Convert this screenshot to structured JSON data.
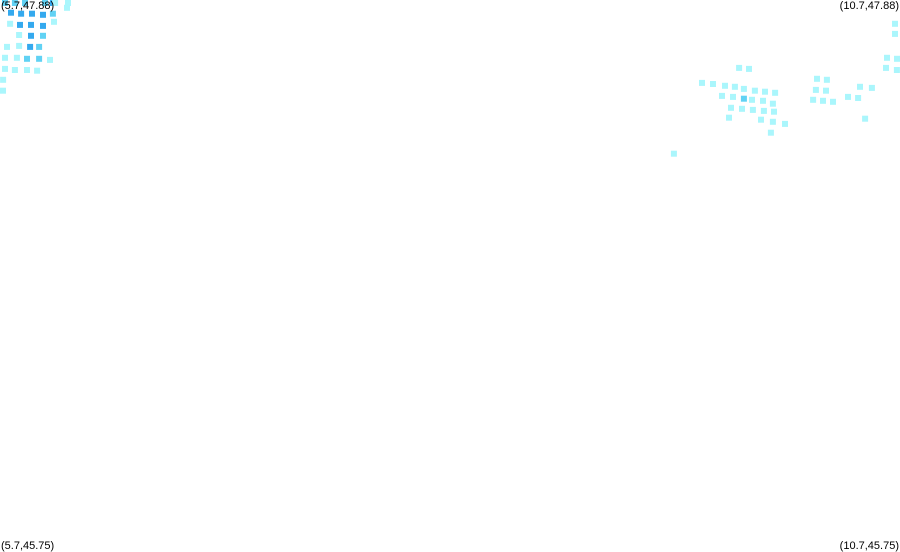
{
  "map": {
    "corner_labels": {
      "top_left": "(5.7,47.88)",
      "top_right": "(10.7,47.88)",
      "bottom_left": "(5.7,45.75)",
      "bottom_right": "(10.7,45.75)"
    },
    "bounds": {
      "lon_min": 5.7,
      "lon_max": 10.7,
      "lat_min": 45.75,
      "lat_max": 47.88
    },
    "levels": {
      "light": "#aaf6fc",
      "mid": "#61d2f4",
      "dark": "#34a9ee"
    },
    "points": [
      [
        5.728,
        47.869,
        "mid"
      ],
      [
        5.783,
        47.869,
        "mid"
      ],
      [
        5.839,
        47.869,
        "mid"
      ],
      [
        5.95,
        47.869,
        "mid"
      ],
      [
        5.761,
        47.831,
        "dark"
      ],
      [
        5.817,
        47.827,
        "dark"
      ],
      [
        5.878,
        47.827,
        "dark"
      ],
      [
        5.939,
        47.823,
        "dark"
      ],
      [
        5.994,
        47.869,
        "dark"
      ],
      [
        5.994,
        47.827,
        "mid"
      ],
      [
        6.006,
        47.869,
        "light"
      ],
      [
        6.078,
        47.876,
        "light"
      ],
      [
        6.072,
        47.85,
        "light"
      ],
      [
        5.756,
        47.788,
        "light"
      ],
      [
        5.811,
        47.784,
        "dark"
      ],
      [
        5.872,
        47.784,
        "dark"
      ],
      [
        5.939,
        47.78,
        "dark"
      ],
      [
        6.0,
        47.796,
        "light"
      ],
      [
        5.806,
        47.745,
        "light"
      ],
      [
        5.872,
        47.742,
        "dark"
      ],
      [
        5.939,
        47.742,
        "mid"
      ],
      [
        5.739,
        47.699,
        "light"
      ],
      [
        5.806,
        47.703,
        "light"
      ],
      [
        5.867,
        47.699,
        "dark"
      ],
      [
        5.917,
        47.699,
        "mid"
      ],
      [
        5.728,
        47.657,
        "light"
      ],
      [
        5.794,
        47.657,
        "light"
      ],
      [
        5.85,
        47.653,
        "mid"
      ],
      [
        5.917,
        47.653,
        "mid"
      ],
      [
        5.978,
        47.649,
        "light"
      ],
      [
        5.728,
        47.614,
        "light"
      ],
      [
        5.783,
        47.61,
        "light"
      ],
      [
        5.85,
        47.61,
        "light"
      ],
      [
        5.906,
        47.607,
        "light"
      ],
      [
        5.717,
        47.572,
        "light"
      ],
      [
        5.706,
        47.53,
        "light"
      ],
      [
        10.672,
        47.788,
        "light"
      ],
      [
        10.672,
        47.749,
        "light"
      ],
      [
        10.628,
        47.657,
        "light"
      ],
      [
        10.694,
        47.653,
        "light"
      ],
      [
        10.622,
        47.618,
        "light"
      ],
      [
        10.683,
        47.61,
        "light"
      ],
      [
        9.806,
        47.618,
        "light"
      ],
      [
        9.861,
        47.614,
        "light"
      ],
      [
        9.6,
        47.56,
        "light"
      ],
      [
        9.661,
        47.556,
        "light"
      ],
      [
        9.728,
        47.549,
        "light"
      ],
      [
        9.783,
        47.545,
        "light"
      ],
      [
        9.833,
        47.537,
        "light"
      ],
      [
        9.894,
        47.53,
        "light"
      ],
      [
        9.95,
        47.526,
        "light"
      ],
      [
        10.006,
        47.522,
        "light"
      ],
      [
        10.239,
        47.576,
        "light"
      ],
      [
        10.294,
        47.572,
        "light"
      ],
      [
        10.233,
        47.533,
        "light"
      ],
      [
        10.289,
        47.53,
        "light"
      ],
      [
        10.478,
        47.545,
        "light"
      ],
      [
        10.544,
        47.541,
        "light"
      ],
      [
        10.217,
        47.495,
        "light"
      ],
      [
        10.272,
        47.491,
        "light"
      ],
      [
        10.328,
        47.487,
        "light"
      ],
      [
        10.411,
        47.506,
        "light"
      ],
      [
        10.467,
        47.502,
        "light"
      ],
      [
        9.711,
        47.51,
        "light"
      ],
      [
        9.772,
        47.506,
        "light"
      ],
      [
        9.833,
        47.499,
        "mid"
      ],
      [
        9.878,
        47.495,
        "light"
      ],
      [
        9.939,
        47.491,
        "light"
      ],
      [
        9.994,
        47.48,
        "light"
      ],
      [
        9.761,
        47.464,
        "light"
      ],
      [
        9.822,
        47.46,
        "light"
      ],
      [
        9.883,
        47.456,
        "light"
      ],
      [
        9.944,
        47.452,
        "light"
      ],
      [
        10.0,
        47.449,
        "light"
      ],
      [
        9.75,
        47.426,
        "light"
      ],
      [
        9.928,
        47.418,
        "light"
      ],
      [
        9.994,
        47.41,
        "light"
      ],
      [
        10.061,
        47.402,
        "light"
      ],
      [
        9.983,
        47.368,
        "light"
      ],
      [
        10.506,
        47.422,
        "light"
      ],
      [
        9.444,
        47.287,
        "light"
      ]
    ]
  }
}
